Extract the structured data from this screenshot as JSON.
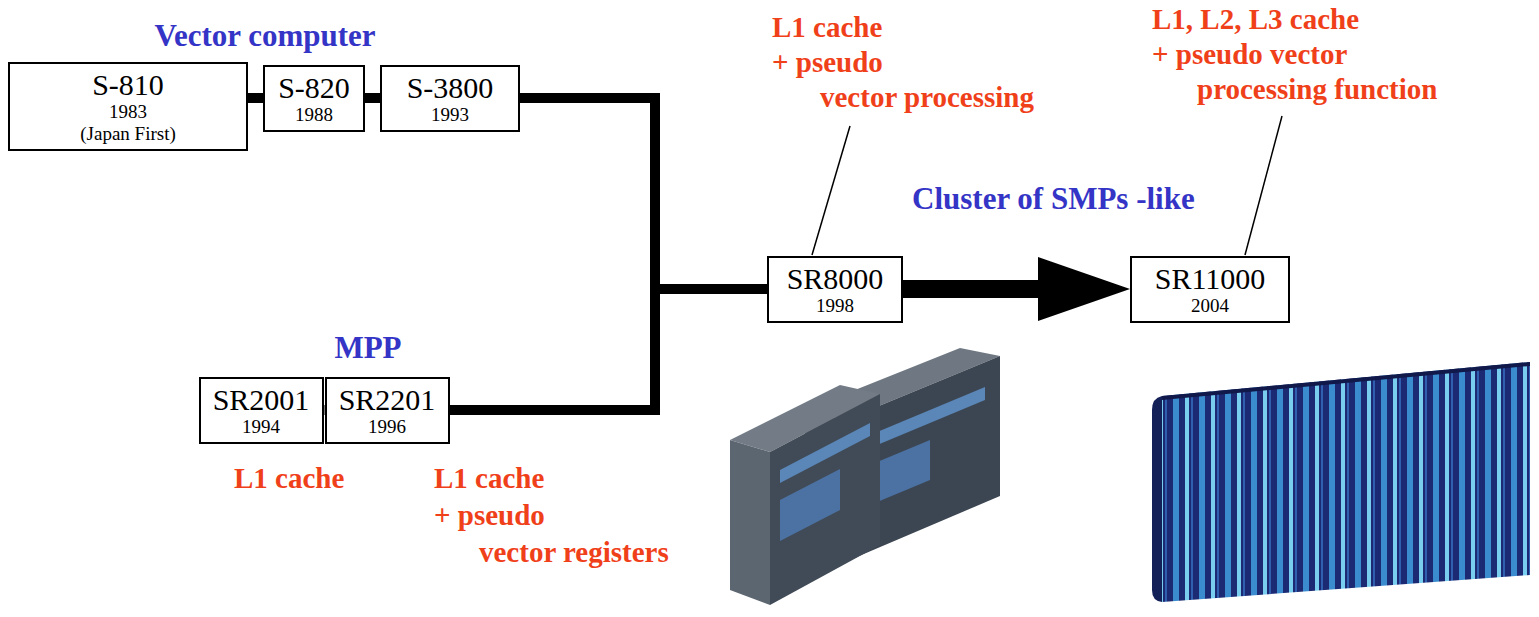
{
  "diagram": {
    "nodes": [
      {
        "text": [
          "S-810",
          "1983",
          "(Japan First)"
        ]
      },
      {
        "text": [
          "S-820",
          "1988"
        ]
      },
      {
        "text": [
          "S-3800",
          "1993"
        ]
      },
      {
        "text": [
          "SR2001",
          "1994"
        ]
      },
      {
        "text": [
          "SR2201",
          "1996"
        ]
      },
      {
        "text": [
          "SR8000",
          "1998"
        ]
      },
      {
        "text": [
          "SR11000",
          "2004"
        ]
      }
    ],
    "edges": [
      {
        "from": 0,
        "to": 1,
        "arrow": "none"
      },
      {
        "from": 1,
        "to": 2,
        "arrow": "none"
      },
      {
        "from": 2,
        "to": 5,
        "arrow": "none"
      },
      {
        "from": 3,
        "to": 4,
        "arrow": "none"
      },
      {
        "from": 4,
        "to": 5,
        "arrow": "none"
      },
      {
        "from": 5,
        "to": 6,
        "arrow": "to"
      }
    ],
    "labels": [
      "Vector computer",
      "L1 cache + pseudo vector processing",
      "L1, L2, L3 cache + pseudo vector processing function",
      "Cluster of SMPs -like",
      "MPP",
      "L1 cache",
      "L1 cache + pseudo vector registers"
    ]
  }
}
